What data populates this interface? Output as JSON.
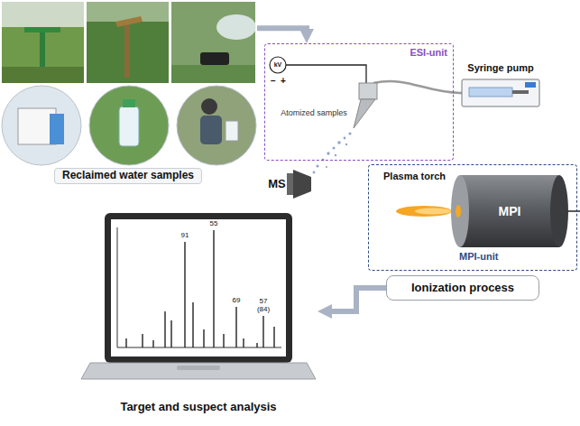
{
  "diagram": {
    "nodes": [
      {
        "text": [
          "Reclaimed water samples"
        ]
      },
      {
        "text": [
          "ESI-unit"
        ]
      },
      {
        "text": [
          "MPI-unit",
          "Plasma torch"
        ]
      },
      {
        "text": [
          "MPI"
        ],
        "in": 2
      },
      {
        "text": [
          "Ionization process"
        ]
      },
      {
        "text": [
          "Target and suspect analysis"
        ]
      }
    ],
    "edges": [
      {
        "from": 0,
        "to": 1,
        "arrow": "to"
      },
      {
        "from": 4,
        "to": 5,
        "arrow": "to"
      }
    ],
    "labels": [
      "kV",
      "−",
      "+",
      "Syringe pump",
      "Atomized samples",
      "MS",
      "91",
      "55",
      "69",
      "57",
      "(84)"
    ]
  }
}
